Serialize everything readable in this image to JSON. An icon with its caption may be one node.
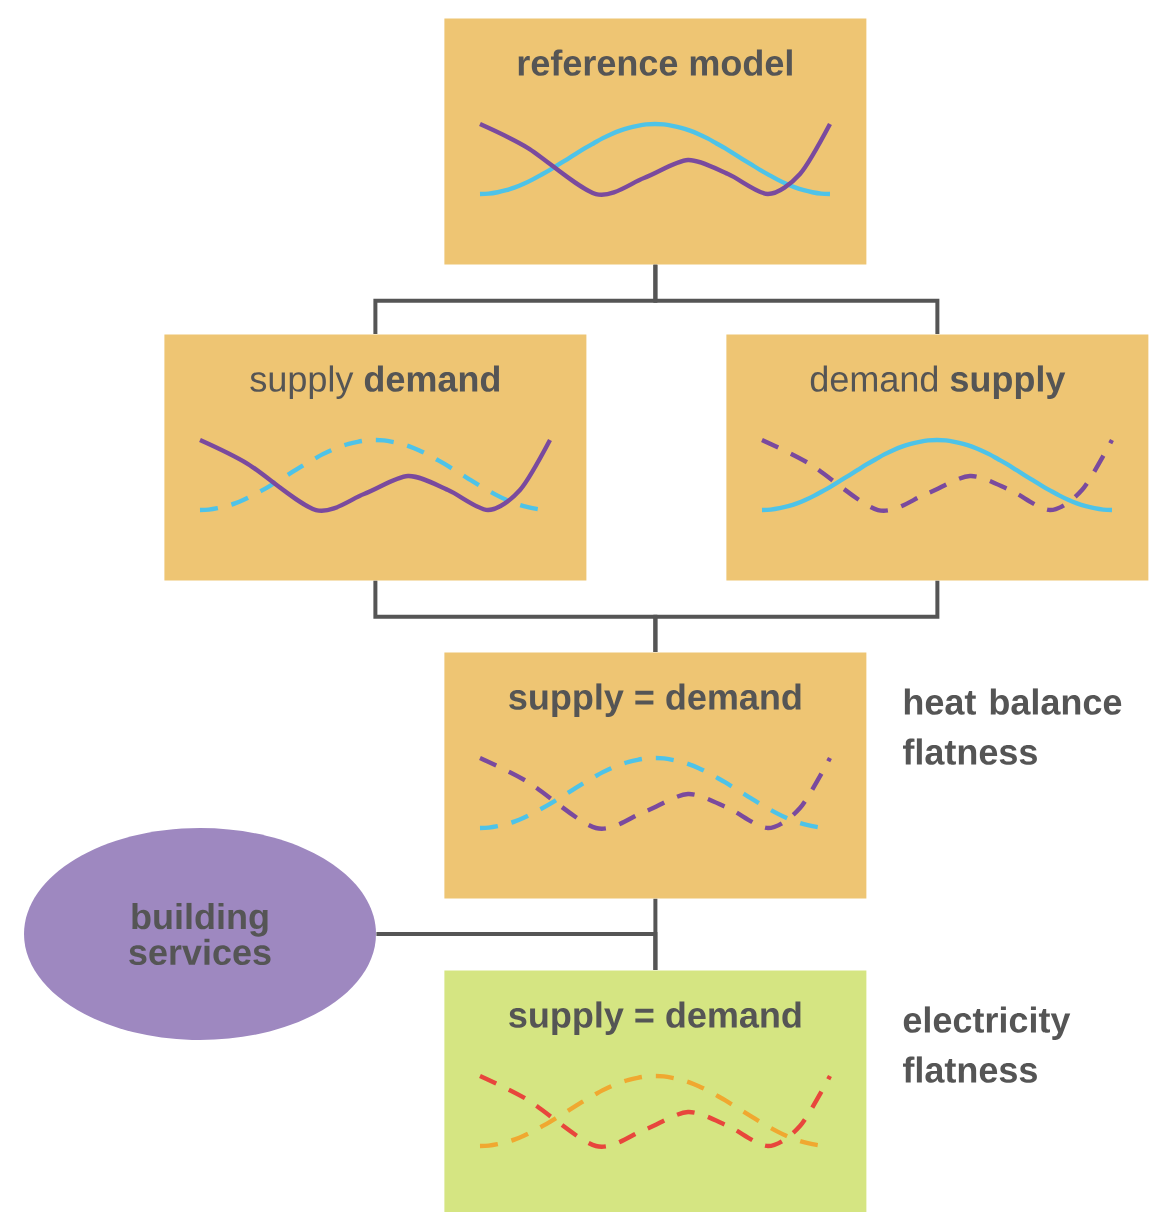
{
  "diagram": {
    "nodes": [
      {
        "text": [
          "reference model"
        ]
      },
      {
        "text": [
          "supply **demand**"
        ]
      },
      {
        "text": [
          "demand **supply**"
        ]
      },
      {
        "text": [
          "supply = demand"
        ],
        "beside": [
          "heat balance flatness"
        ]
      },
      {
        "text": [
          "building services"
        ]
      },
      {
        "text": [
          "supply = demand"
        ],
        "beside": [
          "electricity flatness"
        ]
      }
    ],
    "edges": [
      {
        "from": 0,
        "to": 1,
        "arrow": "none"
      },
      {
        "from": 0,
        "to": 2,
        "arrow": "none"
      },
      {
        "from": 1,
        "to": 3,
        "arrow": "none"
      },
      {
        "from": 2,
        "to": 3,
        "arrow": "none"
      },
      {
        "from": 3,
        "to": 5,
        "arrow": "none"
      },
      {
        "from": 4,
        "to": 5,
        "arrow": "none"
      }
    ]
  }
}
